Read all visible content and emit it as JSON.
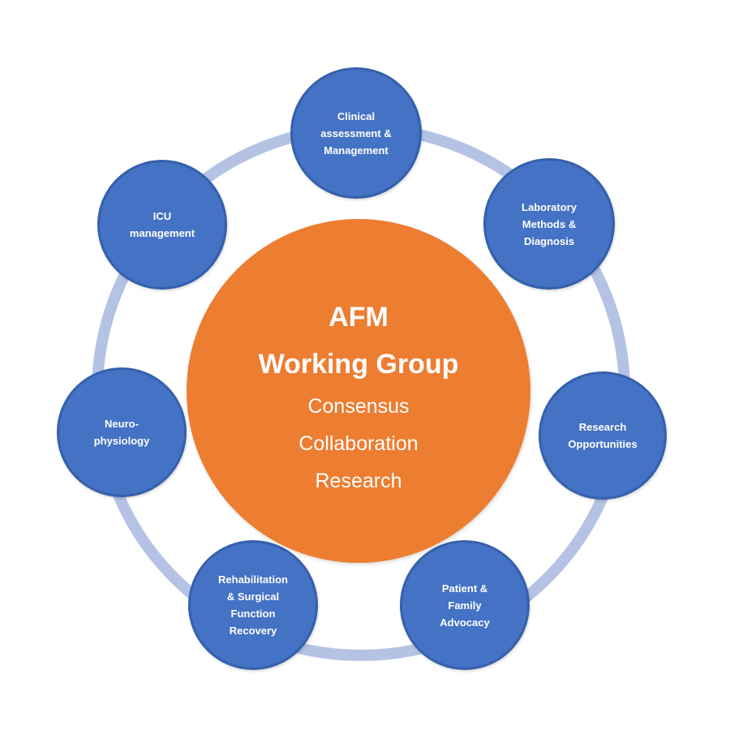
{
  "center": {
    "title_line1": "AFM",
    "title_line2": "Working Group",
    "lines": [
      "Consensus",
      "Collaboration",
      "Research"
    ]
  },
  "satellites": [
    {
      "label": "Clinical\nassessment &\nManagement"
    },
    {
      "label": "Laboratory\nMethods  &\nDiagnosis"
    },
    {
      "label": "Research\nOpportunities"
    },
    {
      "label": "Patient &\nFamily\nAdvocacy"
    },
    {
      "label": "Rehabilitation\n& Surgical\nFunction\nRecovery"
    },
    {
      "label": "Neuro-\nphysiology"
    },
    {
      "label": "ICU\nmanagement"
    }
  ],
  "colors": {
    "satellite_fill": "#4472c4",
    "center_fill": "#ed7d31",
    "ring": "#b4c3e4"
  }
}
